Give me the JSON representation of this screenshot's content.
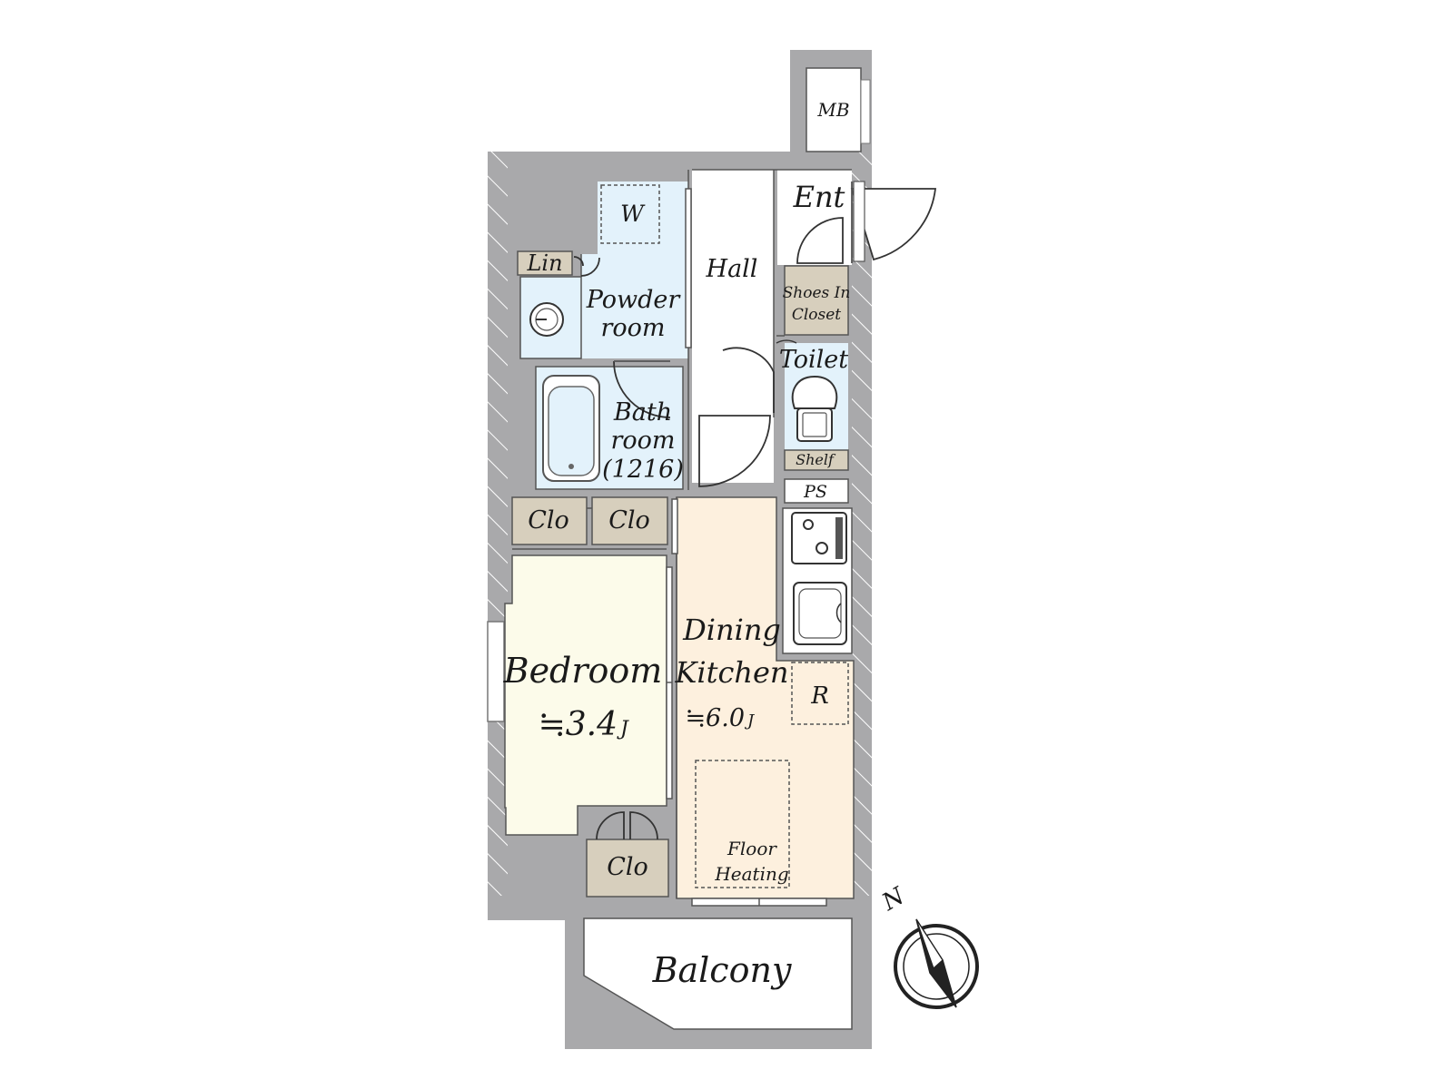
{
  "colors": {
    "wall": "#a9a9ab",
    "wet_area": "#e3f2fb",
    "bedroom": "#fcfbea",
    "dining_kitchen": "#fdf0de",
    "storage": "#d7cfbd",
    "white": "#ffffff",
    "line": "#333333"
  },
  "rooms": {
    "mb": "MB",
    "entrance": "Ent",
    "hall": "Hall",
    "washer": "W",
    "linen": "Lin",
    "powder_room": [
      "Powder",
      "room"
    ],
    "shoes_closet": [
      "Shoes In",
      "Closet"
    ],
    "toilet": "Toilet",
    "shelf": "Shelf",
    "ps": "PS",
    "bathroom": [
      "Bath",
      "room",
      "(1216)"
    ],
    "closet_left": "Clo",
    "closet_right": "Clo",
    "bedroom": {
      "name": "Bedroom",
      "size": "≒3.4",
      "unit": "J"
    },
    "dining_kitchen": {
      "name": [
        "Dining",
        "Kitchen"
      ],
      "size": "≒6.0",
      "unit": "J"
    },
    "refrigerator": "R",
    "floor_heating": [
      "Floor",
      "Heating"
    ],
    "closet_bottom": "Clo",
    "balcony": "Balcony"
  },
  "compass": {
    "label": "N"
  }
}
